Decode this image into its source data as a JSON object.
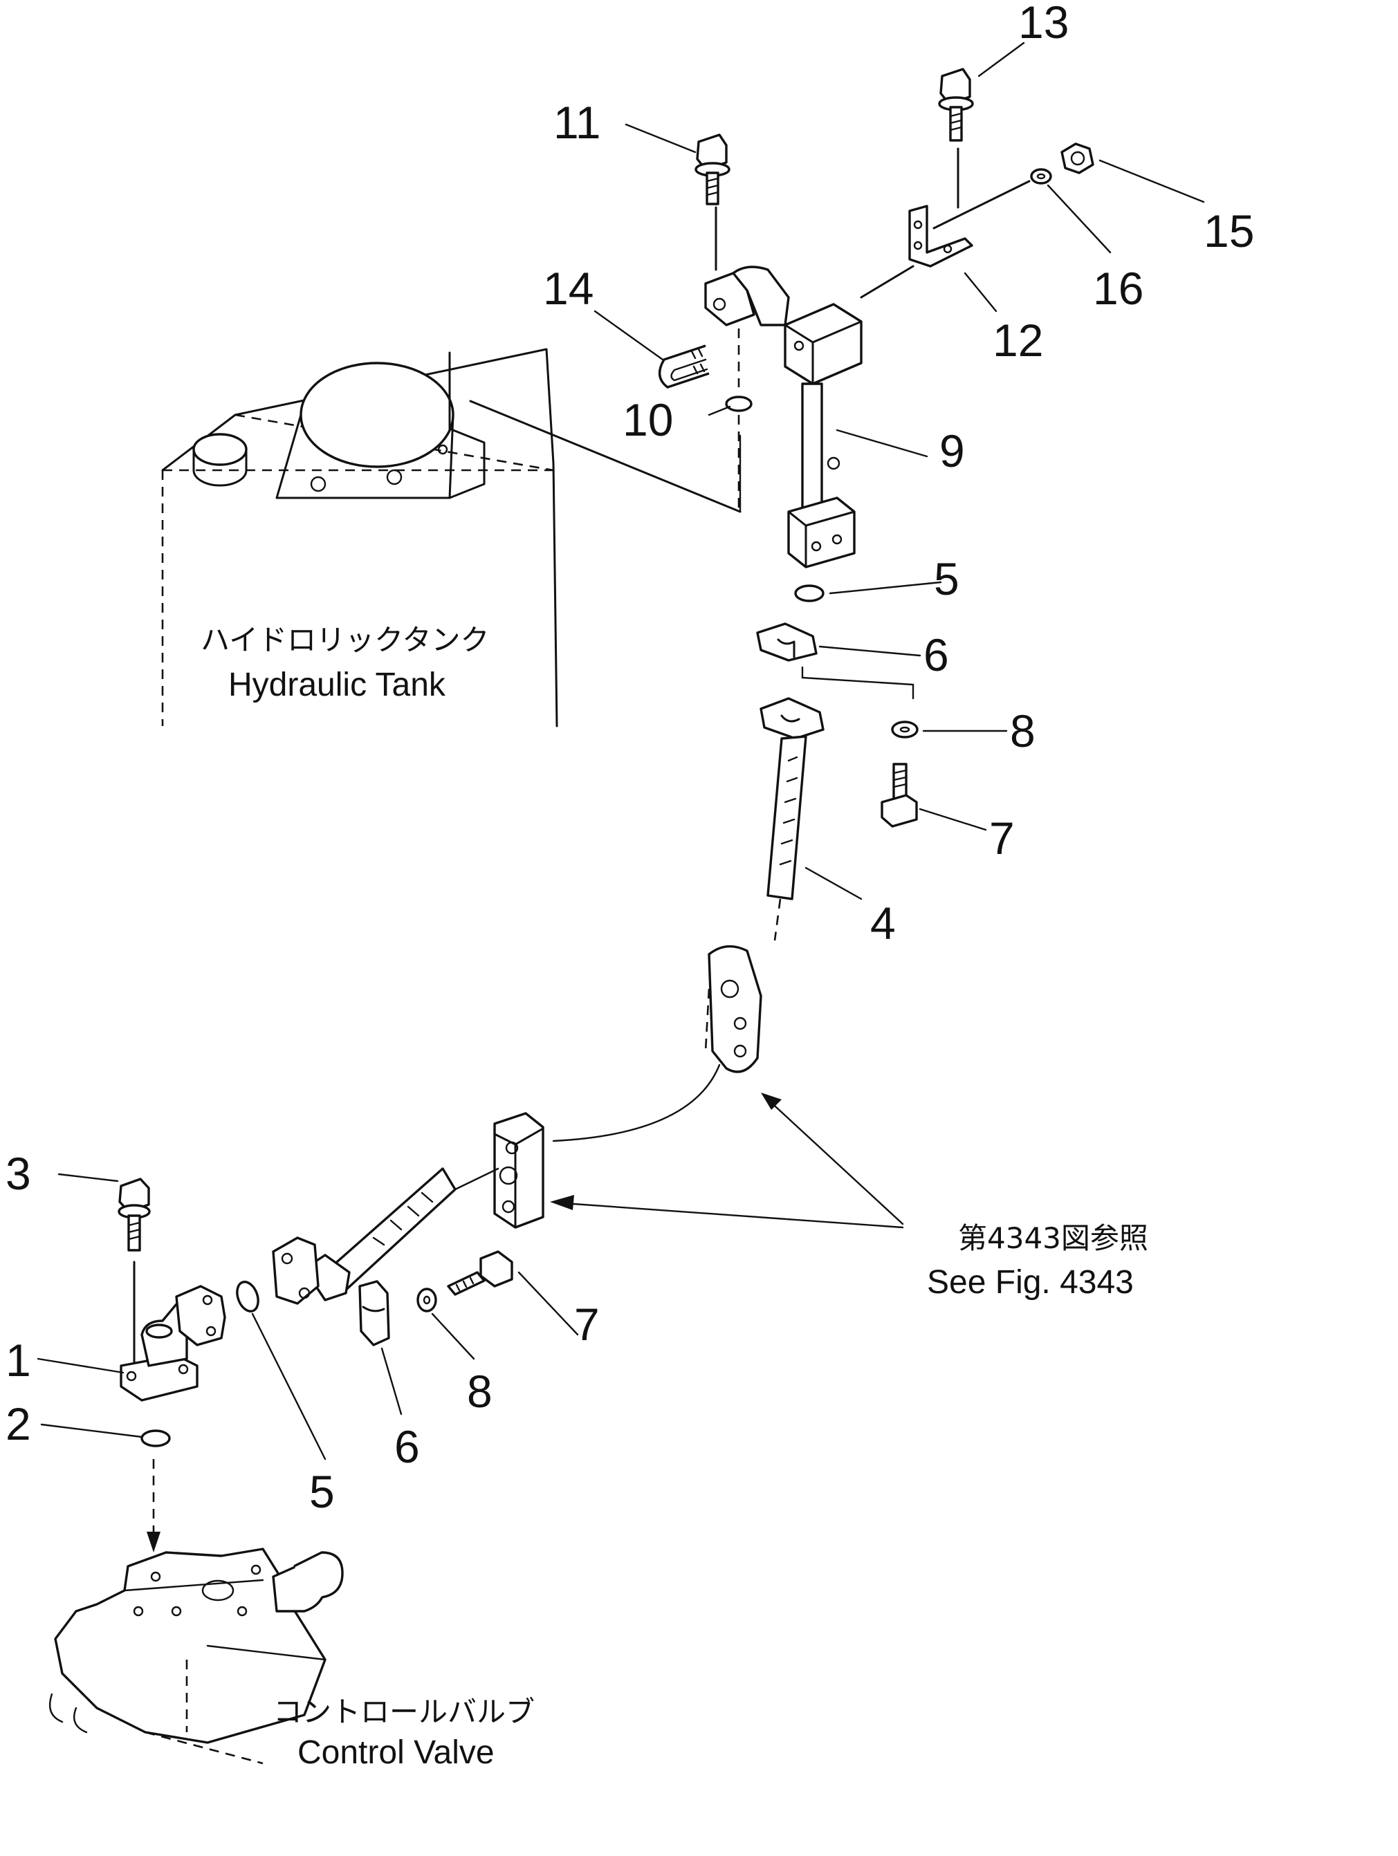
{
  "labels": {
    "tank_jp": "ハイドロリックタンク",
    "tank_en": "Hydraulic Tank",
    "valve_jp": "コントロールバルブ",
    "valve_en": "Control Valve",
    "ref_jp": "第4343図参照",
    "ref_en": "See Fig. 4343"
  },
  "part_numbers": {
    "p1": "1",
    "p2": "2",
    "p3": "3",
    "p4": "4",
    "p5a": "5",
    "p5b": "5",
    "p6a": "6",
    "p6b": "6",
    "p7a": "7",
    "p7b": "7",
    "p8a": "8",
    "p8b": "8",
    "p9": "9",
    "p10": "10",
    "p11": "11",
    "p12": "12",
    "p13": "13",
    "p14": "14",
    "p15": "15",
    "p16": "16"
  }
}
